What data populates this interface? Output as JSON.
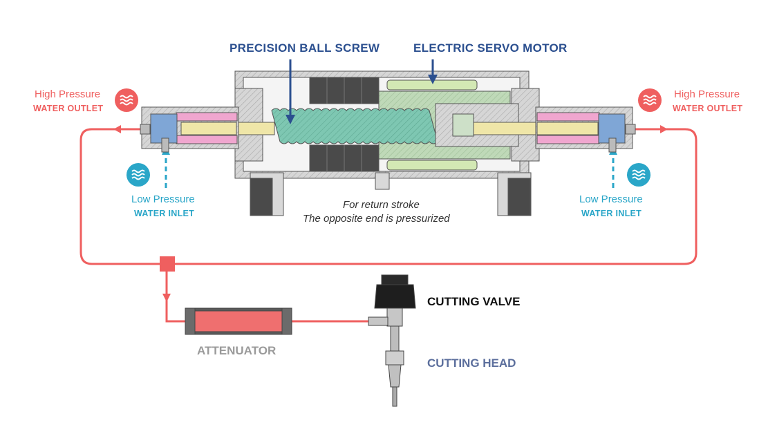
{
  "labels": {
    "ball_screw": "PRECISION BALL SCREW",
    "servo_motor": "ELECTRIC SERVO MOTOR",
    "hp_left_line1": "High Pressure",
    "hp_left_line2": "WATER OUTLET",
    "hp_right_line1": "High Pressure",
    "hp_right_line2": "WATER OUTLET",
    "lp_left_line1": "Low Pressure",
    "lp_left_line2": "WATER INLET",
    "lp_right_line1": "Low Pressure",
    "lp_right_line2": "WATER INLET",
    "note_line1": "For return stroke",
    "note_line2": "The opposite end is pressurized",
    "cutting_valve": "CUTTING VALVE",
    "cutting_head": "CUTTING HEAD",
    "attenuator": "ATTENUATOR"
  },
  "colors": {
    "high_pressure": "#ef5f5f",
    "low_pressure": "#2aa6c8",
    "heading_blue": "#2b4f8f",
    "screw_green": "#7ec7b2",
    "motor_green": "#d3e8b4",
    "piston_pink": "#f0a6cf",
    "housing_grey": "#c9c9c9",
    "dark_block": "#4a4a4a"
  },
  "icons": [
    "water-waves-icon",
    "arrow-down-icon"
  ]
}
